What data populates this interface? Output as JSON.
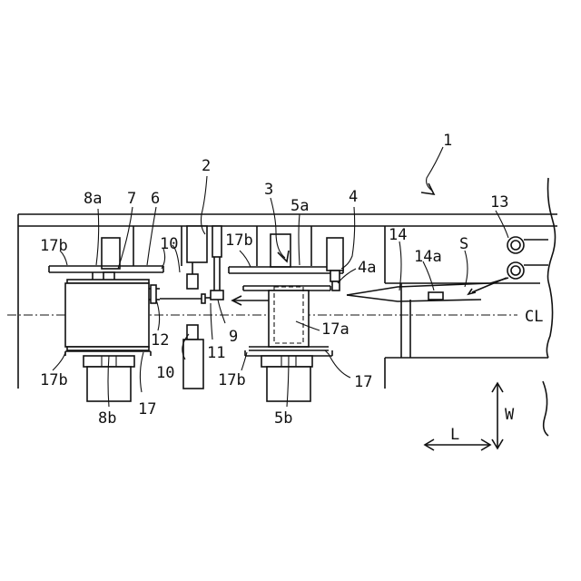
{
  "labels": {
    "l1": "1",
    "l2": "2",
    "l3": "3",
    "l4": "4",
    "l4a": "4a",
    "l5a": "5a",
    "l5b": "5b",
    "l6": "6",
    "l7": "7",
    "l8a": "8a",
    "l8b": "8b",
    "l9": "9",
    "l10a": "10",
    "l10b": "10",
    "l11": "11",
    "l12": "12",
    "l13": "13",
    "l14": "14",
    "l14a": "14a",
    "lS": "S",
    "l17a": "17a",
    "l17b_1": "17b",
    "l17b_2": "17b",
    "l17b_3": "17b",
    "l17b_4": "17b",
    "l17_1": "17",
    "l17_2": "17",
    "lCL": "CL",
    "lL": "L",
    "lW": "W"
  }
}
